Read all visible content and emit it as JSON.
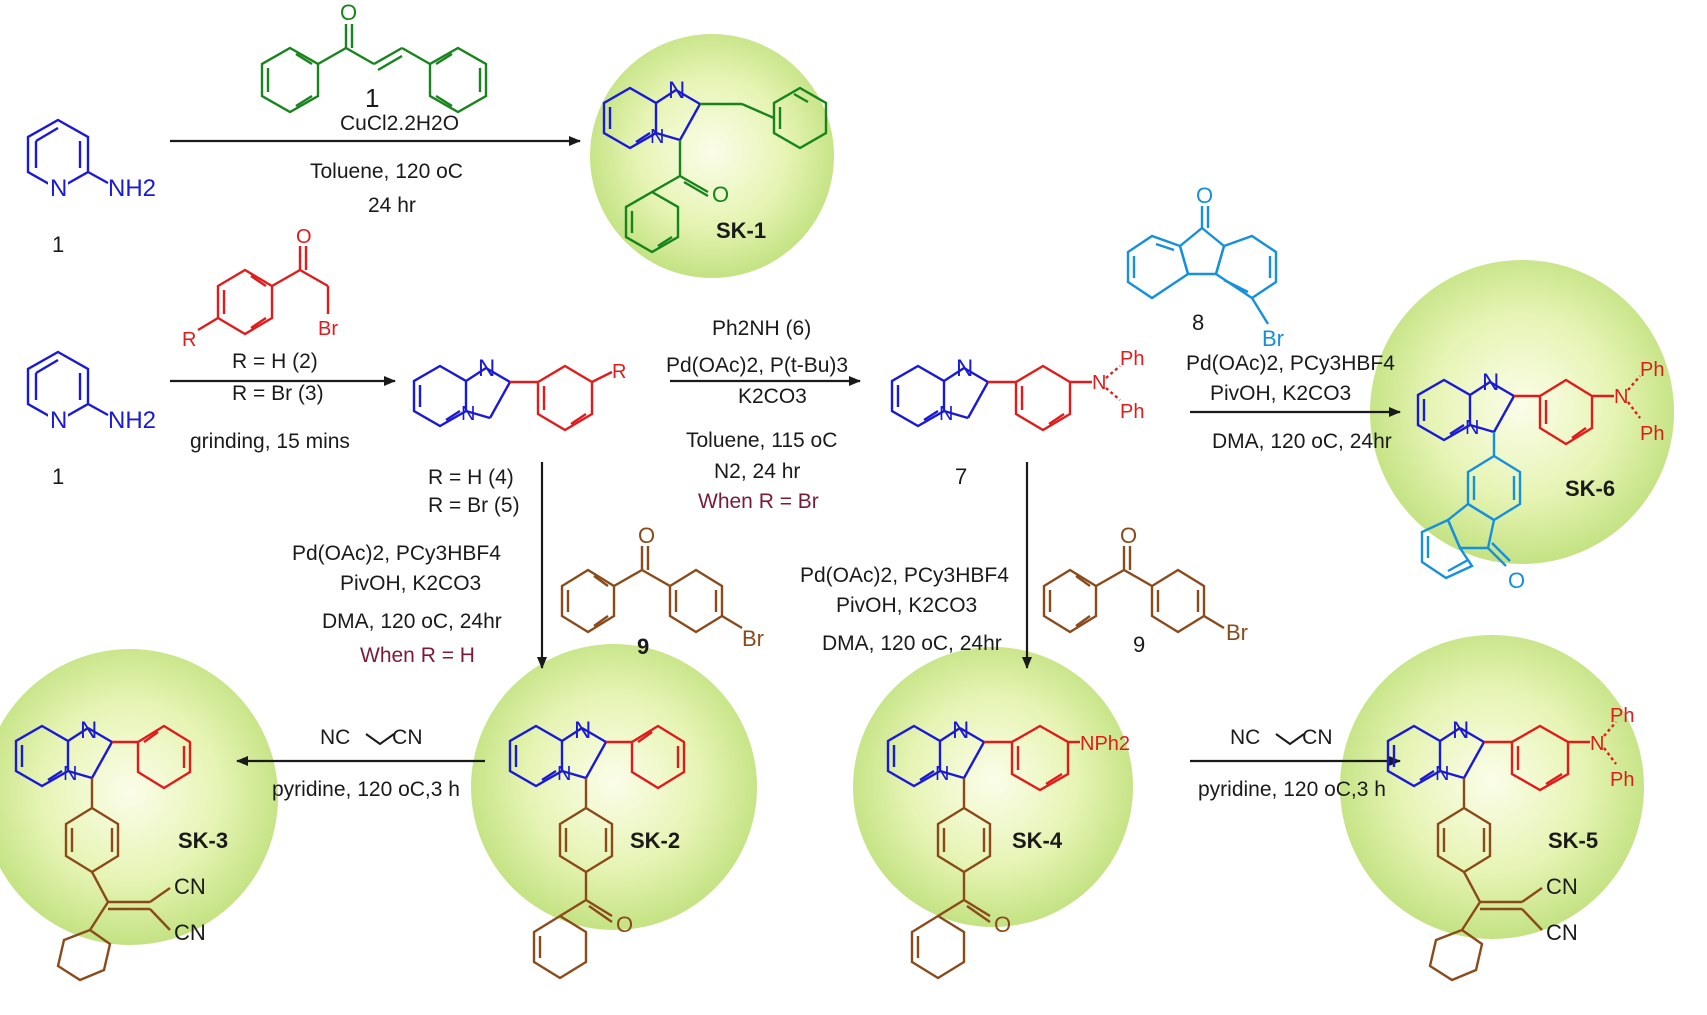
{
  "colors": {
    "core": "#1a1ad6",
    "aryl": "#e11b1b",
    "chalcone": "#17841c",
    "benzophenone": "#8b4a1a",
    "fluorenone": "#1590dc",
    "halo_inner": "#f7fbd7",
    "halo_outer": "#c8e887"
  },
  "compounds": {
    "aminopyridine_top": {
      "label": "1",
      "nh2": "NH2"
    },
    "aminopyridine_mid": {
      "label": "1",
      "nh2": "NH2"
    },
    "chalcone": {
      "label": "1",
      "o": "O"
    },
    "bromoacetophenone": {
      "r": "R",
      "br": "Br",
      "o": "O",
      "legend_h": "R = H (2)",
      "legend_br": "R = Br (3)"
    },
    "intermediate": {
      "r": "R",
      "n": "N",
      "legend_h": "R = H (4)",
      "legend_br": "R = Br (5)"
    },
    "compound7": {
      "label": "7",
      "n": "N",
      "ph1": "Ph",
      "ph2": "Ph"
    },
    "fluorenone": {
      "label": "8",
      "br": "Br",
      "o": "O"
    },
    "benzophenone_a": {
      "label": "9",
      "br": "Br",
      "o": "O"
    },
    "benzophenone_b": {
      "label": "9",
      "br": "Br",
      "o": "O"
    },
    "products": [
      {
        "id": "SK-1"
      },
      {
        "id": "SK-2"
      },
      {
        "id": "SK-3"
      },
      {
        "id": "SK-4",
        "nph2": "NPh2"
      },
      {
        "id": "SK-5",
        "n": "N",
        "ph1": "Ph",
        "ph2": "Ph",
        "cn1": "CN",
        "cn2": "CN"
      },
      {
        "id": "SK-6",
        "n": "N",
        "ph1": "Ph",
        "ph2": "Ph",
        "o": "O"
      }
    ]
  },
  "conditions": {
    "r1": {
      "reagent": "CuCl2.2H2O",
      "solvent": "Toluene, 120 oC",
      "time": "24 hr"
    },
    "r2": {
      "line": "grinding, 15 mins"
    },
    "r3": {
      "amine": "Ph2NH (6)",
      "catalyst": "Pd(OAc)2, P(t-Bu)3",
      "base": "K2CO3",
      "solvent": "Toluene, 115 oC",
      "atm": "N2, 24 hr",
      "note": "When R = Br"
    },
    "r4": {
      "catalyst": "Pd(OAc)2, PCy3HBF4",
      "additive": "PivOH, K2CO3",
      "solvent": "DMA, 120 oC, 24hr"
    },
    "r5": {
      "catalyst": "Pd(OAc)2, PCy3HBF4",
      "additive": "PivOH, K2CO3",
      "solvent": "DMA, 120 oC, 24hr",
      "note": "When R = H"
    },
    "r6": {
      "catalyst": "Pd(OAc)2, PCy3HBF4",
      "additive": "PivOH, K2CO3",
      "solvent": "DMA, 120 oC, 24hr"
    },
    "r7": {
      "reagent": "NC CN",
      "solvent": "pyridine, 120 oC,3 h"
    },
    "r8": {
      "reagent": "NC CN",
      "solvent": "pyridine, 120 oC,3 h"
    }
  }
}
